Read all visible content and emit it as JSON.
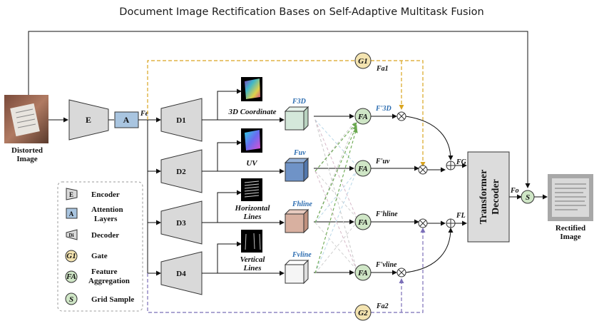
{
  "title": "Document Image Rectification Bases on Self-Adaptive Multitask Fusion",
  "input": {
    "label_line1": "Distorted",
    "label_line2": "Image"
  },
  "output": {
    "label_line1": "Rectified",
    "label_line2": "Image"
  },
  "blocks": {
    "encoder": "E",
    "attention": "A",
    "d1": "D1",
    "d2": "D2",
    "d3": "D3",
    "d4": "D4",
    "transformer_line1": "Transformer",
    "transformer_line2": "Decoder"
  },
  "tasks": {
    "coord": "3D Coordinate",
    "uv": "UV",
    "hline_1": "Horizontal",
    "hline_2": "Lines",
    "vline_1": "Vertical",
    "vline_2": "Lines"
  },
  "features": {
    "fe": "Fe",
    "f3d": "F3D",
    "fuv": "Fuv",
    "fhline": "Fhline",
    "fvline": "Fvline",
    "f3d_p": "F'3D",
    "fuv_p": "F'uv",
    "fhline_p": "F'hline",
    "fvline_p": "F'vline",
    "fg": "FG",
    "fl": "FL",
    "fo": "Fo",
    "fa1": "Fa1",
    "fa2": "Fa2"
  },
  "nodes": {
    "fa": "FA",
    "g1": "G1",
    "g2": "G2",
    "s": "S"
  },
  "legend": {
    "encoder_sym": "E",
    "encoder": "Encoder",
    "attention_sym": "A",
    "attention_1": "Attention",
    "attention_2": "Layers",
    "decoder_sym": "Di",
    "decoder": "Decoder",
    "gate_sym": "G1",
    "gate": "Gate",
    "fa_sym": "FA",
    "fa_1": "Feature",
    "fa_2": "Aggregation",
    "grid_sym": "S",
    "grid": "Grid Sample"
  },
  "colors": {
    "gate1_line": "#d9a520",
    "gate2_line": "#7b6fb8",
    "feature_label": "#2b6cb0",
    "attention_fill": "#a9c5e0",
    "transformer_fill": "#dcdcdc",
    "gate_fill": "#f3e3b0",
    "fa_fill": "#cfe6c6",
    "cube_3d": "#d4e8da",
    "cube_uv": "#6f93c7",
    "cube_hline": "#d8b0a0",
    "cube_vline": "#f5f5f5"
  }
}
